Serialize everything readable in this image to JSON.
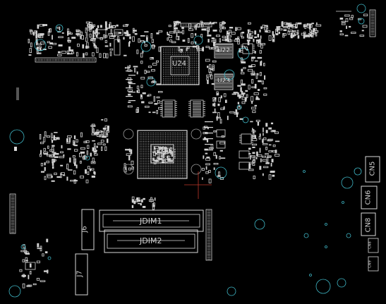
{
  "canvas": {
    "background": "#000000",
    "fg": "#d8d8d8",
    "cyan": "#3fb7c6",
    "red": "#c0392b"
  },
  "labels": {
    "u24": "U24",
    "u22": "U22",
    "u23": "U23",
    "jdim1": "JDIM1",
    "jdim2": "JDIM2",
    "j6": "J6",
    "j7": "J7",
    "cn5": "CN5",
    "cn6": "CN6",
    "cn8": "CN8",
    "small_a": "CN8",
    "small_b": "CN9"
  }
}
